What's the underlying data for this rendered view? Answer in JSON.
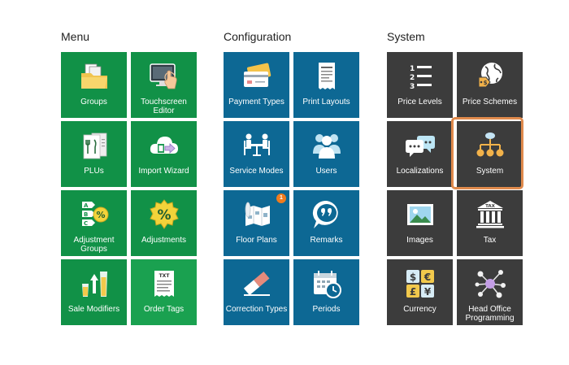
{
  "sections": [
    {
      "title": "Menu",
      "tiles": [
        {
          "label": "Groups",
          "icon": "folder-icon"
        },
        {
          "label": "Touchscreen Editor",
          "icon": "touchscreen-icon"
        },
        {
          "label": "PLUs",
          "icon": "plu-menu-icon"
        },
        {
          "label": "Import Wizard",
          "icon": "cloud-import-icon"
        },
        {
          "label": "Adjustment Groups",
          "icon": "adjustment-groups-icon"
        },
        {
          "label": "Adjustments",
          "icon": "percent-badge-icon"
        },
        {
          "label": "Sale Modifiers",
          "icon": "sale-modifiers-icon"
        },
        {
          "label": "Order Tags",
          "icon": "order-tag-icon",
          "icon_text": "TXT"
        }
      ]
    },
    {
      "title": "Configuration",
      "tiles": [
        {
          "label": "Payment Types",
          "icon": "credit-card-icon"
        },
        {
          "label": "Print Layouts",
          "icon": "receipt-icon"
        },
        {
          "label": "Service Modes",
          "icon": "dining-table-icon"
        },
        {
          "label": "Users",
          "icon": "users-icon"
        },
        {
          "label": "Floor Plans",
          "icon": "floor-plan-icon",
          "badge": "1"
        },
        {
          "label": "Remarks",
          "icon": "speech-bubble-quote-icon"
        },
        {
          "label": "Correction Types",
          "icon": "eraser-icon"
        },
        {
          "label": "Periods",
          "icon": "calendar-clock-icon"
        }
      ]
    },
    {
      "title": "System",
      "tiles": [
        {
          "label": "Price Levels",
          "icon": "numbered-list-icon"
        },
        {
          "label": "Price Schemes",
          "icon": "globe-price-tag-icon"
        },
        {
          "label": "Localizations",
          "icon": "chat-bubbles-icon"
        },
        {
          "label": "System",
          "icon": "hierarchy-icon",
          "highlighted": true
        },
        {
          "label": "Images",
          "icon": "image-icon"
        },
        {
          "label": "Tax",
          "icon": "bank-tax-icon",
          "icon_text": "TAX"
        },
        {
          "label": "Currency",
          "icon": "currency-icon",
          "icon_chars": [
            "$",
            "€",
            "£",
            "¥"
          ]
        },
        {
          "label": "Head Office Programming",
          "icon": "network-icon"
        }
      ]
    }
  ],
  "colors": {
    "menu_tile": "#119147",
    "configuration_tile": "#0d6894",
    "system_tile": "#3c3c3c",
    "highlight_border": "#e08a4c",
    "badge": "#f07c1e"
  }
}
